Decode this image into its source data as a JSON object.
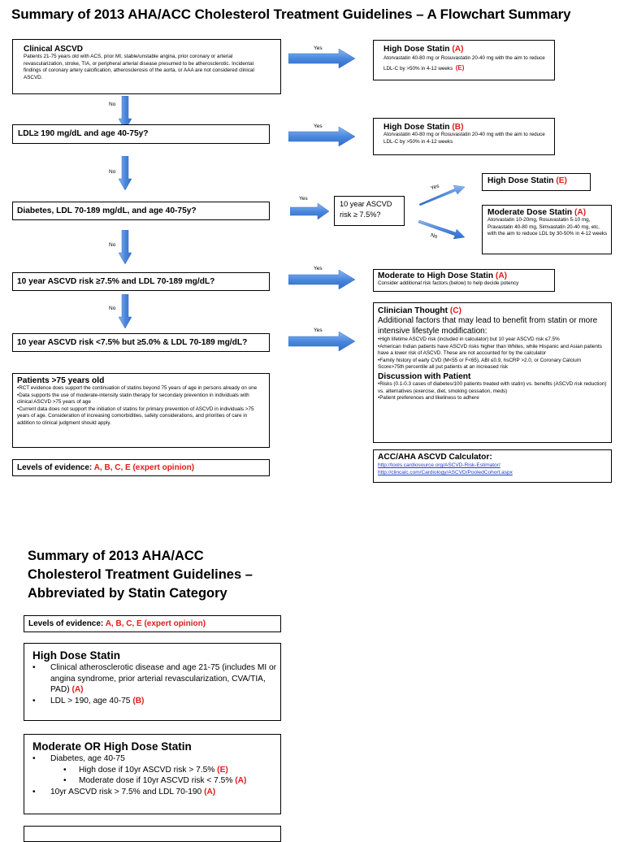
{
  "title": "Summary of 2013 AHA/ACC Cholesterol Treatment Guidelines – A Flowchart Summary",
  "labels": {
    "yes": "Yes",
    "no": "No"
  },
  "q1": {
    "title": "Clinical ASCVD",
    "body": "Patients 21-75 years old with ACS, prior MI, stable/unstable angina, prior coronary or arterial revascularization, stroke, TIA, or peripheral arterial disease presumed to be atherosclerotic. Incidental findings of coronary artery calcification, atherosclerosis of the aorta, or AAA are not considered clinical ASCVD."
  },
  "q2": "LDL≥ 190 mg/dL and age 40-75y?",
  "q3": "Diabetes, LDL 70-189 mg/dL, and age 40-75y?",
  "q4": "10 year ASCVD risk ≥7.5% and LDL 70-189 mg/dL?",
  "q5": "10 year ASCVD risk <7.5% but ≥5.0% & LDL 70-189 mg/dL?",
  "risk_box": "10 year ASCVD risk ≥ 7.5%?",
  "r1": {
    "title": "High Dose Statin",
    "grade": "(A)",
    "body": "Atorvastatin 40-80 mg or Rosuvastatin 20-40 mg with the aim to reduce LDL-C by >50% in 4-12 weeks",
    "grade2": "(E)"
  },
  "r2": {
    "title": "High Dose Statin",
    "grade": "(B)",
    "body": "Atorvastatin 40-80 mg or Rosuvastatin 20-40 mg with the aim to reduce LDL-C by >50% in 4-12 weeks"
  },
  "r3a": {
    "title": "High Dose Statin",
    "grade": "(E)"
  },
  "r3b": {
    "title": "Moderate Dose Statin",
    "grade": "(A)",
    "body": "Atorvastatin 10-20mg, Rosuvastatin 5-10 mg, Pravastatin 40-80 mg, Simvastatin 20-40 mg, etc, with the aim to reduce LDL by 30-50% in 4-12 weeks"
  },
  "r4": {
    "title": "Moderate to High Dose Statin",
    "grade": "(A)",
    "body": "Consider additional risk factors (below) to help decide potency"
  },
  "clinician": {
    "title": "Clinician Thought",
    "grade": "(C)",
    "subtitle": "Additional factors that may lead to benefit from statin or more intensive lifestyle modification:",
    "items": [
      "•High lifetime ASCVD risk (included in calculator) but 10 year ASCVD risk ≤7.5%",
      "•American Indian patients have ASCVD risks higher than Whites, while Hispanic and Asian patients have a lower risk of ASCVD. These are not accounted for by the calculator",
      "•Family history of early CVD (M<55 or F<65), ABI ≤0.9, hsCRP >2.0, or Coronary Calcium Score>75th percentile all put patients at an increased risk"
    ],
    "discussion_title": "Discussion with Patient",
    "discussion_items": [
      "•Risks (0.1-0.3 cases of diabetes/100 patients treated with statin) vs. benefits (ASCVD risk reduction) vs. alternatives (exercise, diet, smoking cessation, meds)",
      "•Patient preferences and likeliness to adhere"
    ]
  },
  "elderly": {
    "title": "Patients >75 years old",
    "items": [
      "•RCT evidence does support the continuation of statins beyond 75 years of age in persons already on one",
      "•Data supports the use of moderate-intensity statin therapy for secondary prevention in individuals with clinical ASCVD >75 years of age",
      "•Current data does not support the initiation of statins for primary prevention of ASCVD in individuals >75 years of age. Consideration of increasing comorbidities, safety considerations, and priorities of care in addition to clinical judgment should apply."
    ]
  },
  "evidence": {
    "label": "Levels of evidence:",
    "grades": "A, B, C, E (expert opinion)"
  },
  "calculator": {
    "title": "ACC/AHA ASCVD Calculator:",
    "link1": "http://tools.cardiosource.org/ASCVD-Risk-Estimator/",
    "link2": "http://clincalc.com/Cardiology/ASCVD/PooledCohort.aspx"
  },
  "page2": {
    "title_l1": "Summary of 2013 AHA/ACC",
    "title_l2": "Cholesterol Treatment Guidelines –",
    "title_l3": "Abbreviated by Statin Category",
    "evidence_label": "Levels of evidence:",
    "evidence_grades": "A, B, C, E (expert opinion)",
    "high": {
      "title": "High Dose Statin",
      "item1": "Clinical atherosclerotic disease and age 21-75 (includes MI or angina syndrome, prior arterial revascularization, CVA/TIA, PAD)",
      "item1_grade": "(A)",
      "item2": "LDL > 190, age 40-75",
      "item2_grade": "(B)"
    },
    "mod": {
      "title": "Moderate OR High Dose Statin",
      "item1": "Diabetes, age 40-75",
      "sub1": "High dose if 10yr ASCVD risk > 7.5%",
      "sub1_grade": "(E)",
      "sub2": "Moderate dose if 10yr ASCVD risk < 7.5%",
      "sub2_grade": "(A)",
      "item2": "10yr ASCVD risk > 7.5% and LDL 70-190",
      "item2_grade": "(A)"
    }
  }
}
